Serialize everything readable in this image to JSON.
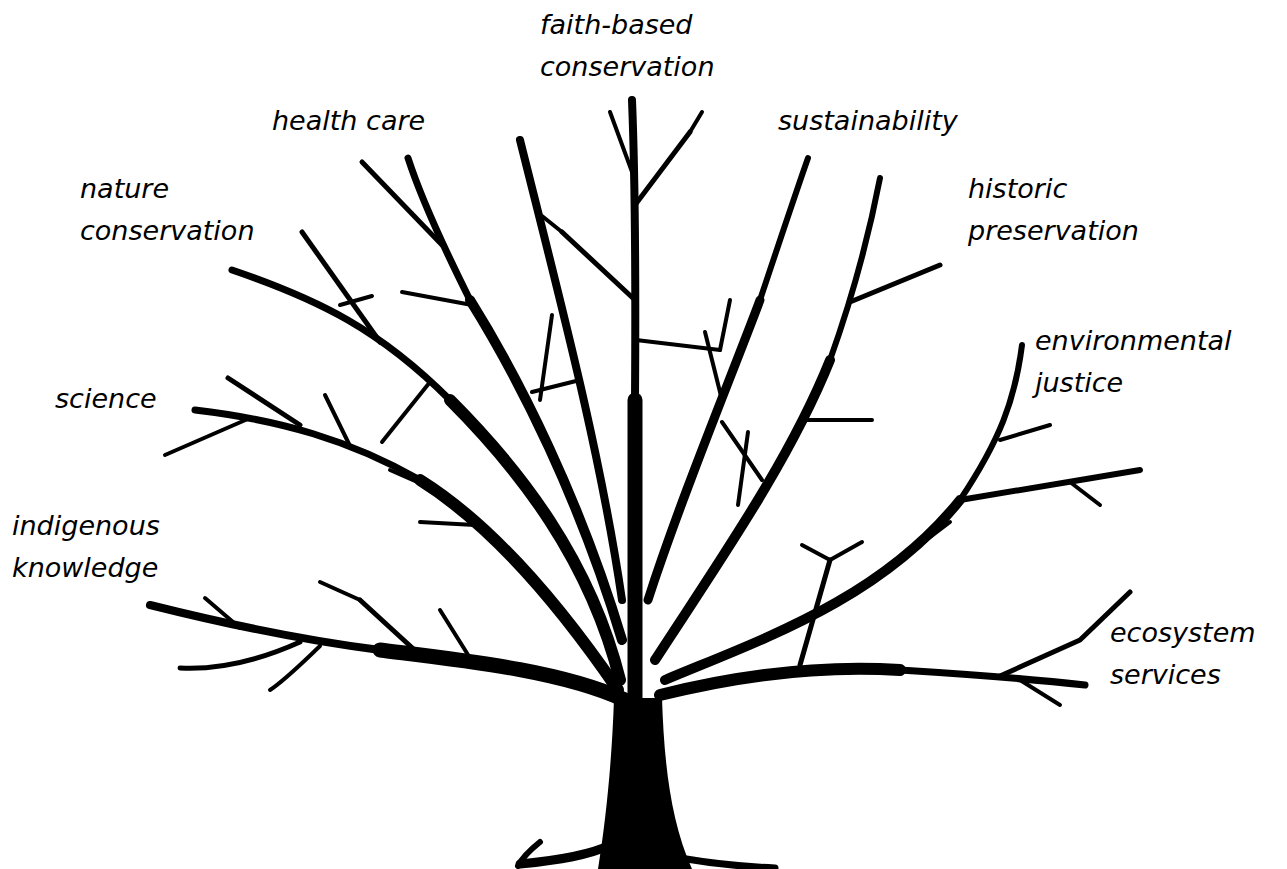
{
  "diagram": {
    "labels": [
      "faith-based conservation",
      "health care",
      "sustainability",
      "nature conservation",
      "historic preservation",
      "environmental justice",
      "science",
      "indigenous knowledge",
      "ecosystem services"
    ]
  }
}
